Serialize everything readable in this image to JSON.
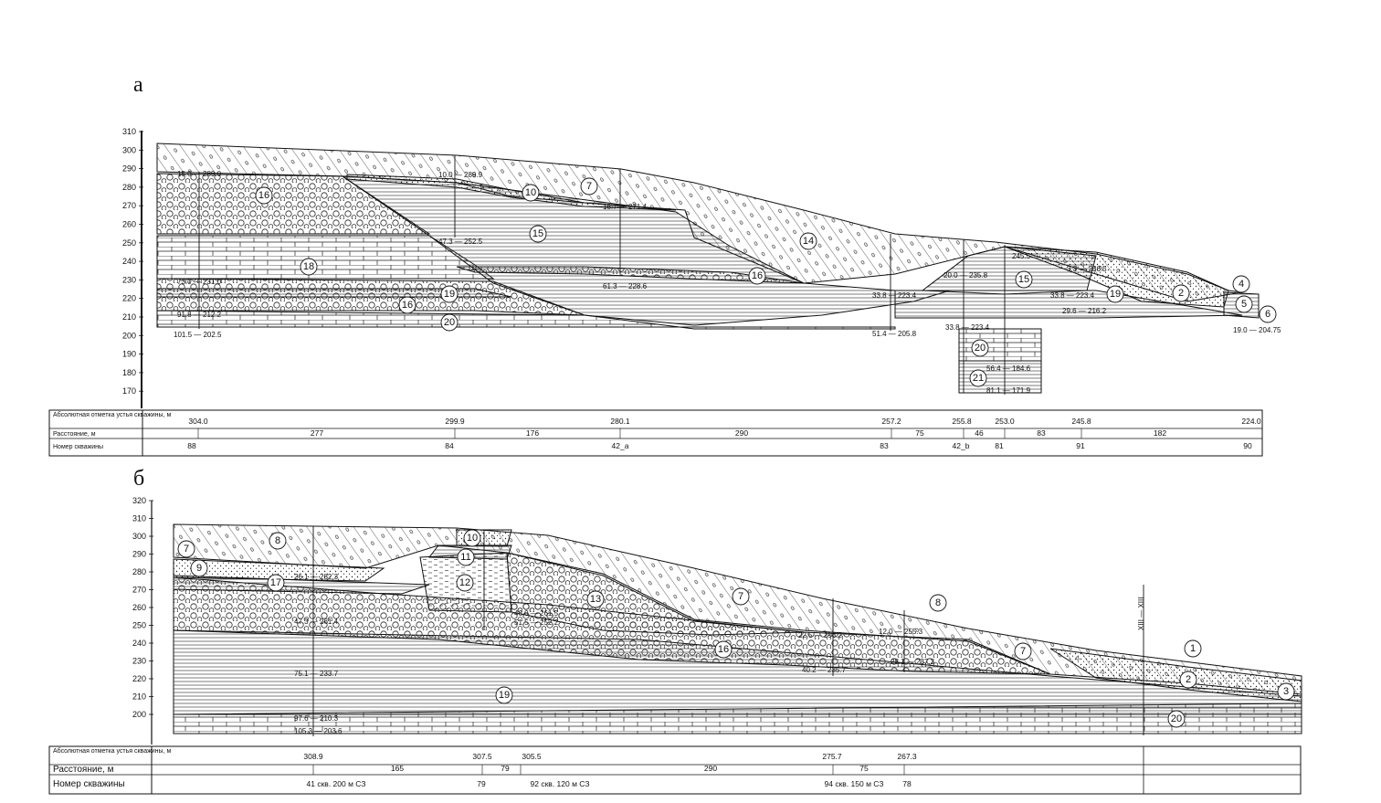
{
  "figure": {
    "panels": [
      {
        "letter": "а",
        "y_ticks": [
          "310",
          "300",
          "290",
          "280",
          "270",
          "260",
          "250",
          "240",
          "230",
          "220",
          "210",
          "200",
          "190",
          "180",
          "170"
        ],
        "layer_numbers": [
          "16",
          "10",
          "7",
          "15",
          "14",
          "18",
          "16",
          "19",
          "16",
          "20",
          "15",
          "19",
          "2",
          "4",
          "5",
          "6",
          "20",
          "21"
        ],
        "well_labels": [
          "15.0 — 289.0",
          "10.0 — 289.9",
          "18.7 — 271.4",
          "47.3 — 252.5",
          "73.0 — 231.0",
          "61.3 — 228.6",
          "91.8 — 212.2",
          "101.5 — 202.5",
          "33.8 — 223.4",
          "51.4 — 205.8",
          "20.0 — 235.8",
          "245.5",
          "3.3 — 236.5",
          "33.8 — 223.4",
          "29.6 — 216.2",
          "33.8 — 223.4",
          "19.0 — 204.75",
          "56.4 — 184.6",
          "81.1 — 171.9"
        ],
        "table": {
          "row_labels": [
            "Абсолютная отметка устья скважины, м",
            "Расстояние, м",
            "Номер скважины"
          ],
          "elevations": [
            "304.0",
            "299.9",
            "280.1",
            "257.2",
            "255.8",
            "253.0",
            "245.8",
            "224.0"
          ],
          "distances": [
            "277",
            "176",
            "290",
            "75",
            "46",
            "83",
            "182"
          ],
          "wells": [
            "88",
            "84",
            "42_а",
            "83",
            "42_b",
            "81",
            "91",
            "90"
          ]
        }
      },
      {
        "letter": "б",
        "y_ticks": [
          "320",
          "310",
          "300",
          "290",
          "280",
          "270",
          "260",
          "250",
          "240",
          "230",
          "220",
          "210",
          "200"
        ],
        "layer_numbers": [
          "7",
          "8",
          "9",
          "10",
          "11",
          "12",
          "17",
          "13",
          "7",
          "8",
          "16",
          "7",
          "1",
          "2",
          "3",
          "19",
          "20"
        ],
        "well_labels": [
          "26.1 — 282.3",
          "47.3 — 261.4",
          "46.0 — 261.5",
          "51.5 — 252.2",
          "22.5 — 253.2",
          "12.0 — 255.3",
          "28.1 — 237.3",
          "40.2 — 235.7",
          "75.1 — 233.7",
          "97.6 — 210.3",
          "105.3 — 203.6"
        ],
        "section_mark": "XIII — XIII",
        "table": {
          "row_labels": [
            "Абсолютная отметка устья скважины, м",
            "Расстояние, м",
            "Номер скважины"
          ],
          "elevations": [
            "308.9",
            "307.5",
            "305.5",
            "275.7",
            "267.3"
          ],
          "distances": [
            "165",
            "79",
            "290",
            "75"
          ],
          "wells": [
            "41 скв. 200 м СЗ",
            "79",
            "92 скв. 120 м СЗ",
            "94 скв. 150 м СЗ",
            "78"
          ]
        }
      }
    ]
  }
}
